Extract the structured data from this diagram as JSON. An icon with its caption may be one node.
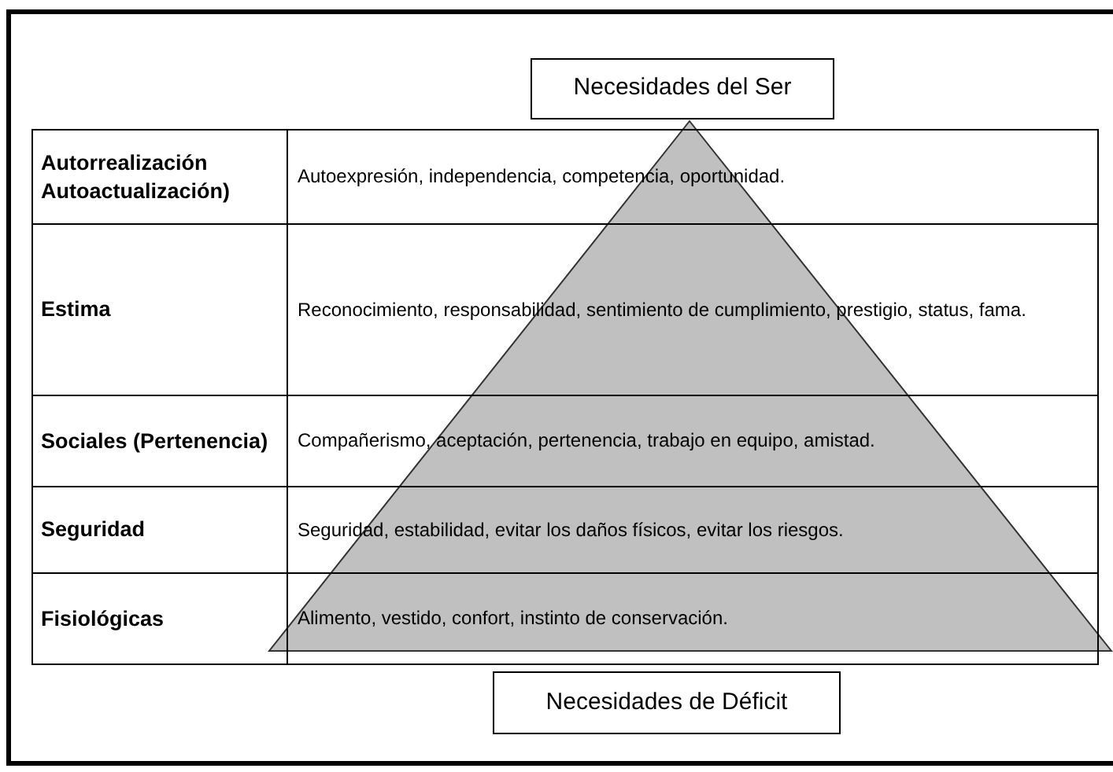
{
  "diagram": {
    "nodes": [
      {
        "text": [
          "Necesidades del Ser"
        ]
      },
      {
        "text": [
          "Necesidades de Déficit"
        ]
      }
    ],
    "labels": [
      "Autorrealización Autoactualización)",
      "Autoexpresión, independencia, competencia, oportunidad.",
      "Estima",
      "Reconocimiento, responsabilidad, sentimiento de cumplimiento, prestigio, status, fama.",
      "Sociales (Pertenencia)",
      "Compañerismo, aceptación, pertenencia, trabajo en equipo, amistad.",
      "Seguridad",
      "Seguridad, estabilidad, evitar los daños físicos, evitar los riesgos.",
      "Fisiológicas",
      "Alimento, vestido, confort, instinto de conservación."
    ]
  }
}
